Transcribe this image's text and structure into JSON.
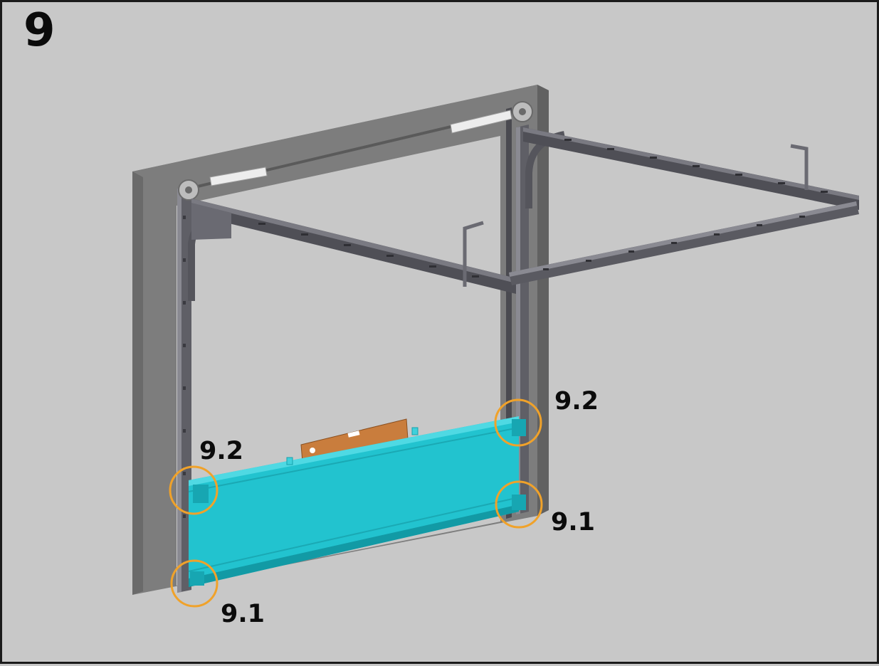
{
  "diagram": {
    "step_number": "9",
    "callouts": {
      "right_top": "9.2",
      "left_top": "9.2",
      "right_bottom": "9.1",
      "left_bottom": "9.1"
    },
    "colors": {
      "background": "#c8c8c8",
      "wall": "#7d7d7d",
      "track_metal": "#6e6e74",
      "door_panel": "#22c3cf",
      "spirit_level": "#c97d3d",
      "callout_circle": "#f0a22a"
    }
  }
}
